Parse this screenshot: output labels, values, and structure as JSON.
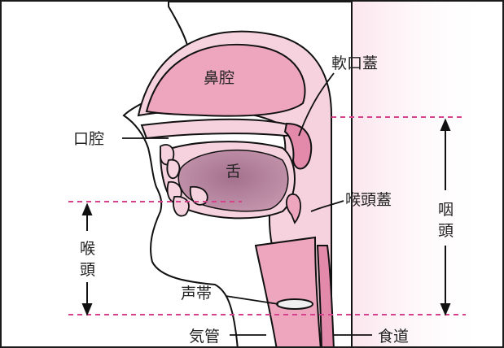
{
  "diagram": {
    "labels": {
      "nasal_cavity": "鼻腔",
      "soft_palate": "軟口蓋",
      "oral_cavity": "口腔",
      "tongue": "舌",
      "epiglottis": "喉頭蓋",
      "vocal_cords": "声帯",
      "trachea": "気管",
      "esophagus": "食道",
      "larynx": [
        "喉",
        "頭"
      ],
      "pharynx": [
        "咽",
        "頭"
      ]
    },
    "colors": {
      "tissue_light": "#f6d2de",
      "tissue_mid": "#eea6bf",
      "tissue_dark": "#e389aa",
      "tongue": "#b9849e",
      "outline": "#111111",
      "guide_line": "#d5418a",
      "background_glow": "#fbe4ec"
    }
  }
}
